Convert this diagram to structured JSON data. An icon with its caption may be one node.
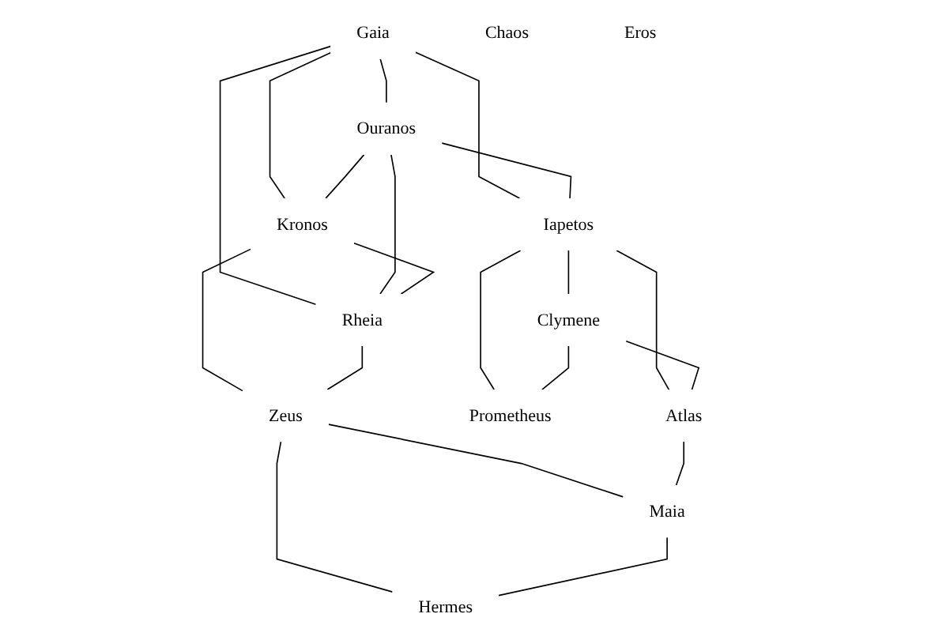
{
  "diagram": {
    "nodes": [
      {
        "text": [
          "Gaia"
        ]
      },
      {
        "text": [
          "Chaos"
        ]
      },
      {
        "text": [
          "Eros"
        ]
      },
      {
        "text": [
          "Ouranos"
        ]
      },
      {
        "text": [
          "Kronos"
        ]
      },
      {
        "text": [
          "Rheia"
        ]
      },
      {
        "text": [
          "Iapetos"
        ]
      },
      {
        "text": [
          "Clymene"
        ]
      },
      {
        "text": [
          "Atlas"
        ]
      },
      {
        "text": [
          "Prometheus"
        ]
      },
      {
        "text": [
          "Zeus"
        ]
      },
      {
        "text": [
          "Maia"
        ]
      },
      {
        "text": [
          "Hermes"
        ]
      }
    ],
    "edges": [
      {
        "from": 0,
        "to": 3,
        "arrow": "none"
      },
      {
        "from": 0,
        "to": 4,
        "arrow": "none"
      },
      {
        "from": 0,
        "to": 5,
        "arrow": "none"
      },
      {
        "from": 0,
        "to": 6,
        "arrow": "none"
      },
      {
        "from": 3,
        "to": 4,
        "arrow": "none"
      },
      {
        "from": 3,
        "to": 5,
        "arrow": "none"
      },
      {
        "from": 3,
        "to": 6,
        "arrow": "none"
      },
      {
        "from": 4,
        "to": 5,
        "arrow": "none"
      },
      {
        "from": 6,
        "to": 7,
        "arrow": "none"
      },
      {
        "from": 6,
        "to": 8,
        "arrow": "none"
      },
      {
        "from": 6,
        "to": 9,
        "arrow": "none"
      },
      {
        "from": 7,
        "to": 8,
        "arrow": "none"
      },
      {
        "from": 7,
        "to": 9,
        "arrow": "none"
      },
      {
        "from": 4,
        "to": 10,
        "arrow": "none"
      },
      {
        "from": 5,
        "to": 10,
        "arrow": "none"
      },
      {
        "from": 10,
        "to": 11,
        "arrow": "none"
      },
      {
        "from": 8,
        "to": 11,
        "arrow": "none"
      },
      {
        "from": 10,
        "to": 12,
        "arrow": "none"
      },
      {
        "from": 11,
        "to": 12,
        "arrow": "none"
      }
    ]
  }
}
